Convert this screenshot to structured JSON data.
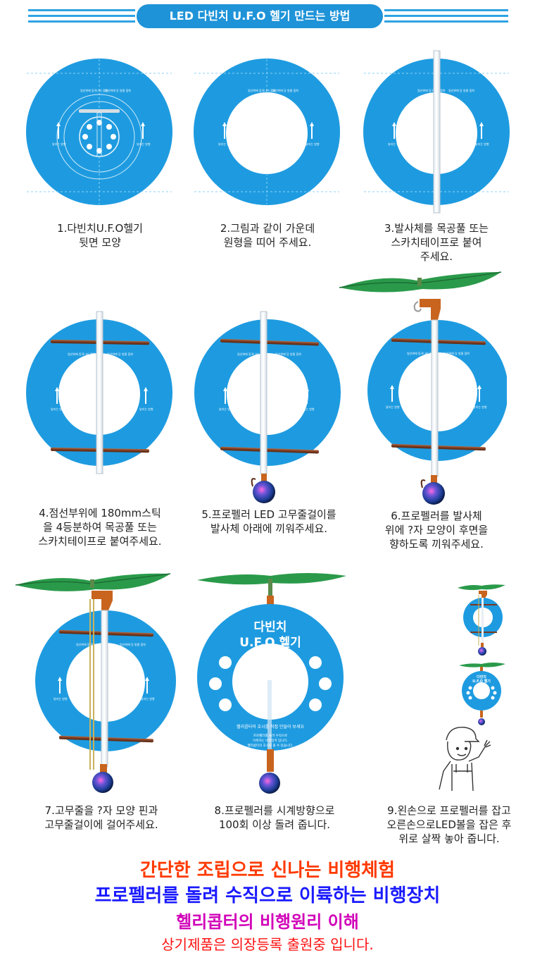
{
  "header": {
    "title": "LED 다빈치 U.F.O 헬기 만드는 방법"
  },
  "steps": [
    {
      "caption": "1.다빈치U.F.O헬기\n뒷면 모양"
    },
    {
      "caption": "2.그림과 같이 가운데\n원형을 띠어 주세요."
    },
    {
      "caption": "3.발사체를 목공풀 또는\n스카치테이프로 붙여\n주세요."
    },
    {
      "caption": "4.점선부위에 180mm스틱\n을 4등분하여 목공풀 또는\n스카치테이프로 붙여주세요."
    },
    {
      "caption": "5.프로펠러 LED 고무줄걸이를\n발사체 아래에 끼워주세요."
    },
    {
      "caption": "6.프로펠러를 발사체\n위에 ?자 모양이 후면을\n향하도록 끼워주세요."
    },
    {
      "caption": "7.고무줄을 ?자 모양 핀과\n고무줄걸이에 걸어주세요."
    },
    {
      "caption": "8.프로펠러를 시계방향으로\n100회 이상 돌려 줍니다."
    },
    {
      "caption": "9.왼손으로 프로펠러를 잡고\n오른손으로LED볼을 잡은 후\n위로 살짝 놓아 줍니다."
    }
  ],
  "disc": {
    "print_top": "일선위에 동귀나리 접착",
    "print_top2": "일선위에 당 방울 접착",
    "arrow_label": "날리는 방향",
    "front_title1": "다빈치",
    "front_title2": "U.F.O 헬기",
    "front_slogan": "헬리콥터의 호시를 직접 만들어 보세요",
    "front_small1": "프로펠러를 돌려 수직으로",
    "front_small2": "이륙하는 비행장치 입니다.",
    "front_small3": "헬리콥터의 호시를 볼 수 있습니다."
  },
  "footer": {
    "line1": "간단한 조립으로 신나는 비행체험",
    "line2": "프로펠러를 돌려 수직으로 이륙하는 비행장치",
    "line3": "헬리콥터의 비행원리 이해",
    "line4": "상기제품은 의장등록 출원중 입니다."
  },
  "colors": {
    "disc_blue": "#1e9be0",
    "stripe": "#2ea3e3",
    "title_pill": "#1e93d8",
    "propeller": "#2a9a4a",
    "stick": "#8a4a2a",
    "launcher": "#c8641e",
    "line1": "#ff3a00",
    "line2": "#1a1aff",
    "line3": "#d100b8",
    "line4": "#ff1010"
  }
}
